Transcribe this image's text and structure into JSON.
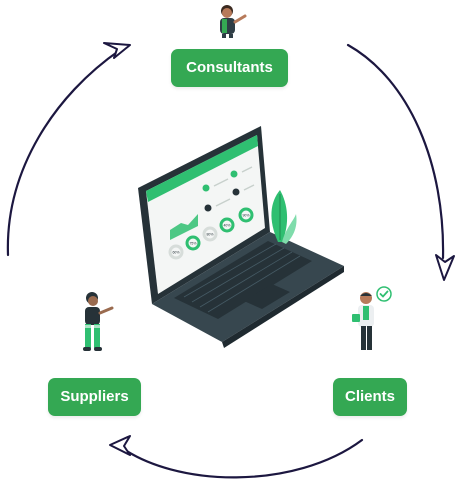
{
  "nodes": {
    "consultants": {
      "label": "Consultants"
    },
    "suppliers": {
      "label": "Suppliers"
    },
    "clients": {
      "label": "Clients"
    }
  },
  "laptop_screen": {
    "percent_labels": [
      "60%",
      "75%",
      "80%",
      "40%",
      "90%"
    ]
  },
  "colors": {
    "label_bg": "#34a853",
    "arrow": "#1c1740",
    "screen_accent": "#2fbf71",
    "laptop_body": "#263238"
  },
  "icons": [
    "person-icon",
    "checkmark-icon",
    "arrow-head-icon",
    "plant-icon"
  ]
}
